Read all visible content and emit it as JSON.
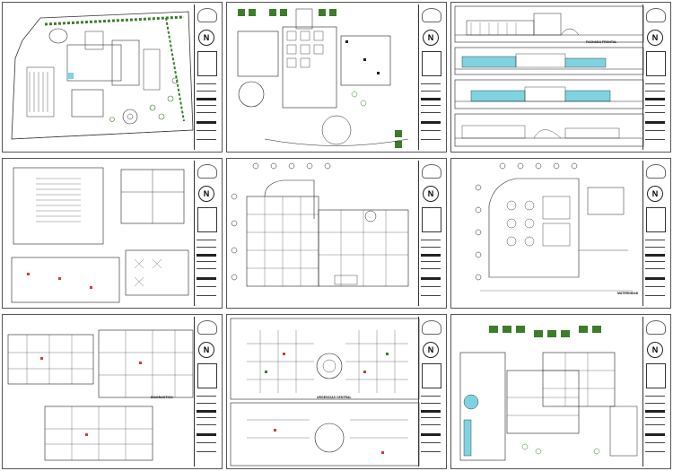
{
  "title_block": {
    "north_label": "N"
  },
  "sheets": [
    {
      "label": "",
      "drawing_title": ""
    },
    {
      "label": "",
      "drawing_title": ""
    },
    {
      "label": "",
      "drawing_title": "FACHADA FRONTAL"
    },
    {
      "label": "",
      "drawing_title": ""
    },
    {
      "label": "",
      "drawing_title": ""
    },
    {
      "label": "",
      "drawing_title": "MATERNIDAD"
    },
    {
      "label": "",
      "drawing_title": "DIAGNOSTICO"
    },
    {
      "label": "",
      "drawing_title": "URGENCIAS CENTRAL"
    },
    {
      "label": "",
      "drawing_title": ""
    }
  ],
  "colors": {
    "ink": "#222222",
    "fill_green": "#3b7d2a",
    "fill_cyan": "#7fd3e0",
    "fill_red": "#d23a3a"
  }
}
